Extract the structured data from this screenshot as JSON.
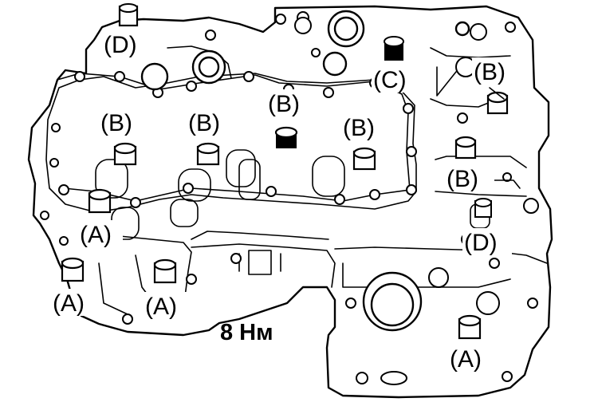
{
  "torque": "8 Нм",
  "labels": {
    "a1": "(A)",
    "a2": "(A)",
    "a3": "(A)",
    "a4": "(A)",
    "b1": "(B)",
    "b2": "(B)",
    "b3": "(B)",
    "b4": "(B)",
    "b5": "(B)",
    "b6": "(B)",
    "c1": "(C)",
    "d1": "(D)",
    "d2": "(D)"
  }
}
